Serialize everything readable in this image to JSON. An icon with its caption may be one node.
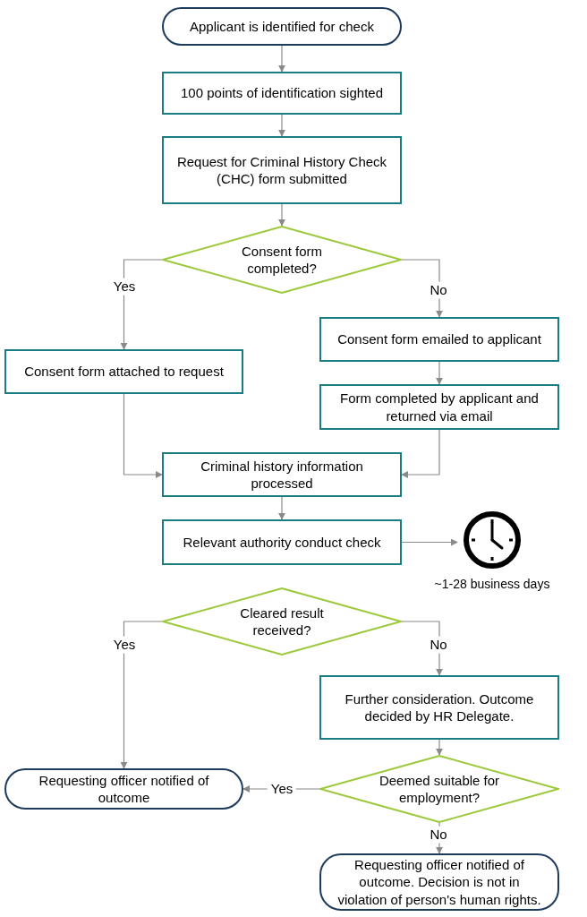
{
  "diagram": {
    "nodes": [
      {
        "text": [
          "Applicant is identified for check"
        ]
      },
      {
        "text": [
          "100 points of identification sighted"
        ]
      },
      {
        "text": [
          "Request for Criminal History Check (CHC) form submitted"
        ]
      },
      {
        "text": [
          "Consent form completed?"
        ]
      },
      {
        "text": [
          "Consent form emailed to applicant"
        ]
      },
      {
        "text": [
          "Consent form attached to request"
        ]
      },
      {
        "text": [
          "Form completed by applicant and returned via email"
        ]
      },
      {
        "text": [
          "Criminal history information processed"
        ]
      },
      {
        "text": [
          "Relevant authority conduct check"
        ]
      },
      {
        "text": [],
        "shape": "picture",
        "beside": [
          "~1-28 business days"
        ]
      },
      {
        "text": [
          "Cleared result received?"
        ]
      },
      {
        "text": [
          "Further consideration. Outcome decided by HR Delegate."
        ]
      },
      {
        "text": [
          "Requesting officer notified of outcome"
        ]
      },
      {
        "text": [
          "Deemed suitable for employment?"
        ]
      },
      {
        "text": [
          "Requesting officer notified of outcome. Decision is not in violation of person's human rights."
        ]
      }
    ],
    "edges": [
      {
        "from": 0,
        "to": 1,
        "arrow": "to"
      },
      {
        "from": 1,
        "to": 2,
        "arrow": "to"
      },
      {
        "from": 2,
        "to": 3,
        "arrow": "to"
      },
      {
        "from": 3,
        "to": 5,
        "arrow": "to",
        "label": "Yes"
      },
      {
        "from": 3,
        "to": 4,
        "arrow": "to",
        "label": "No"
      },
      {
        "from": 4,
        "to": 6,
        "arrow": "to"
      },
      {
        "from": 5,
        "to": 7,
        "arrow": "to"
      },
      {
        "from": 6,
        "to": 7,
        "arrow": "to"
      },
      {
        "from": 7,
        "to": 8,
        "arrow": "to"
      },
      {
        "from": 8,
        "to": 9,
        "arrow": "to"
      },
      {
        "from": 10,
        "to": 12,
        "arrow": "to",
        "label": "Yes"
      },
      {
        "from": 10,
        "to": 11,
        "arrow": "to",
        "label": "No"
      },
      {
        "from": 11,
        "to": 13,
        "arrow": "to"
      },
      {
        "from": 13,
        "to": 12,
        "arrow": "to",
        "label": "Yes"
      },
      {
        "from": 13,
        "to": 14,
        "arrow": "to",
        "label": "No"
      }
    ]
  }
}
